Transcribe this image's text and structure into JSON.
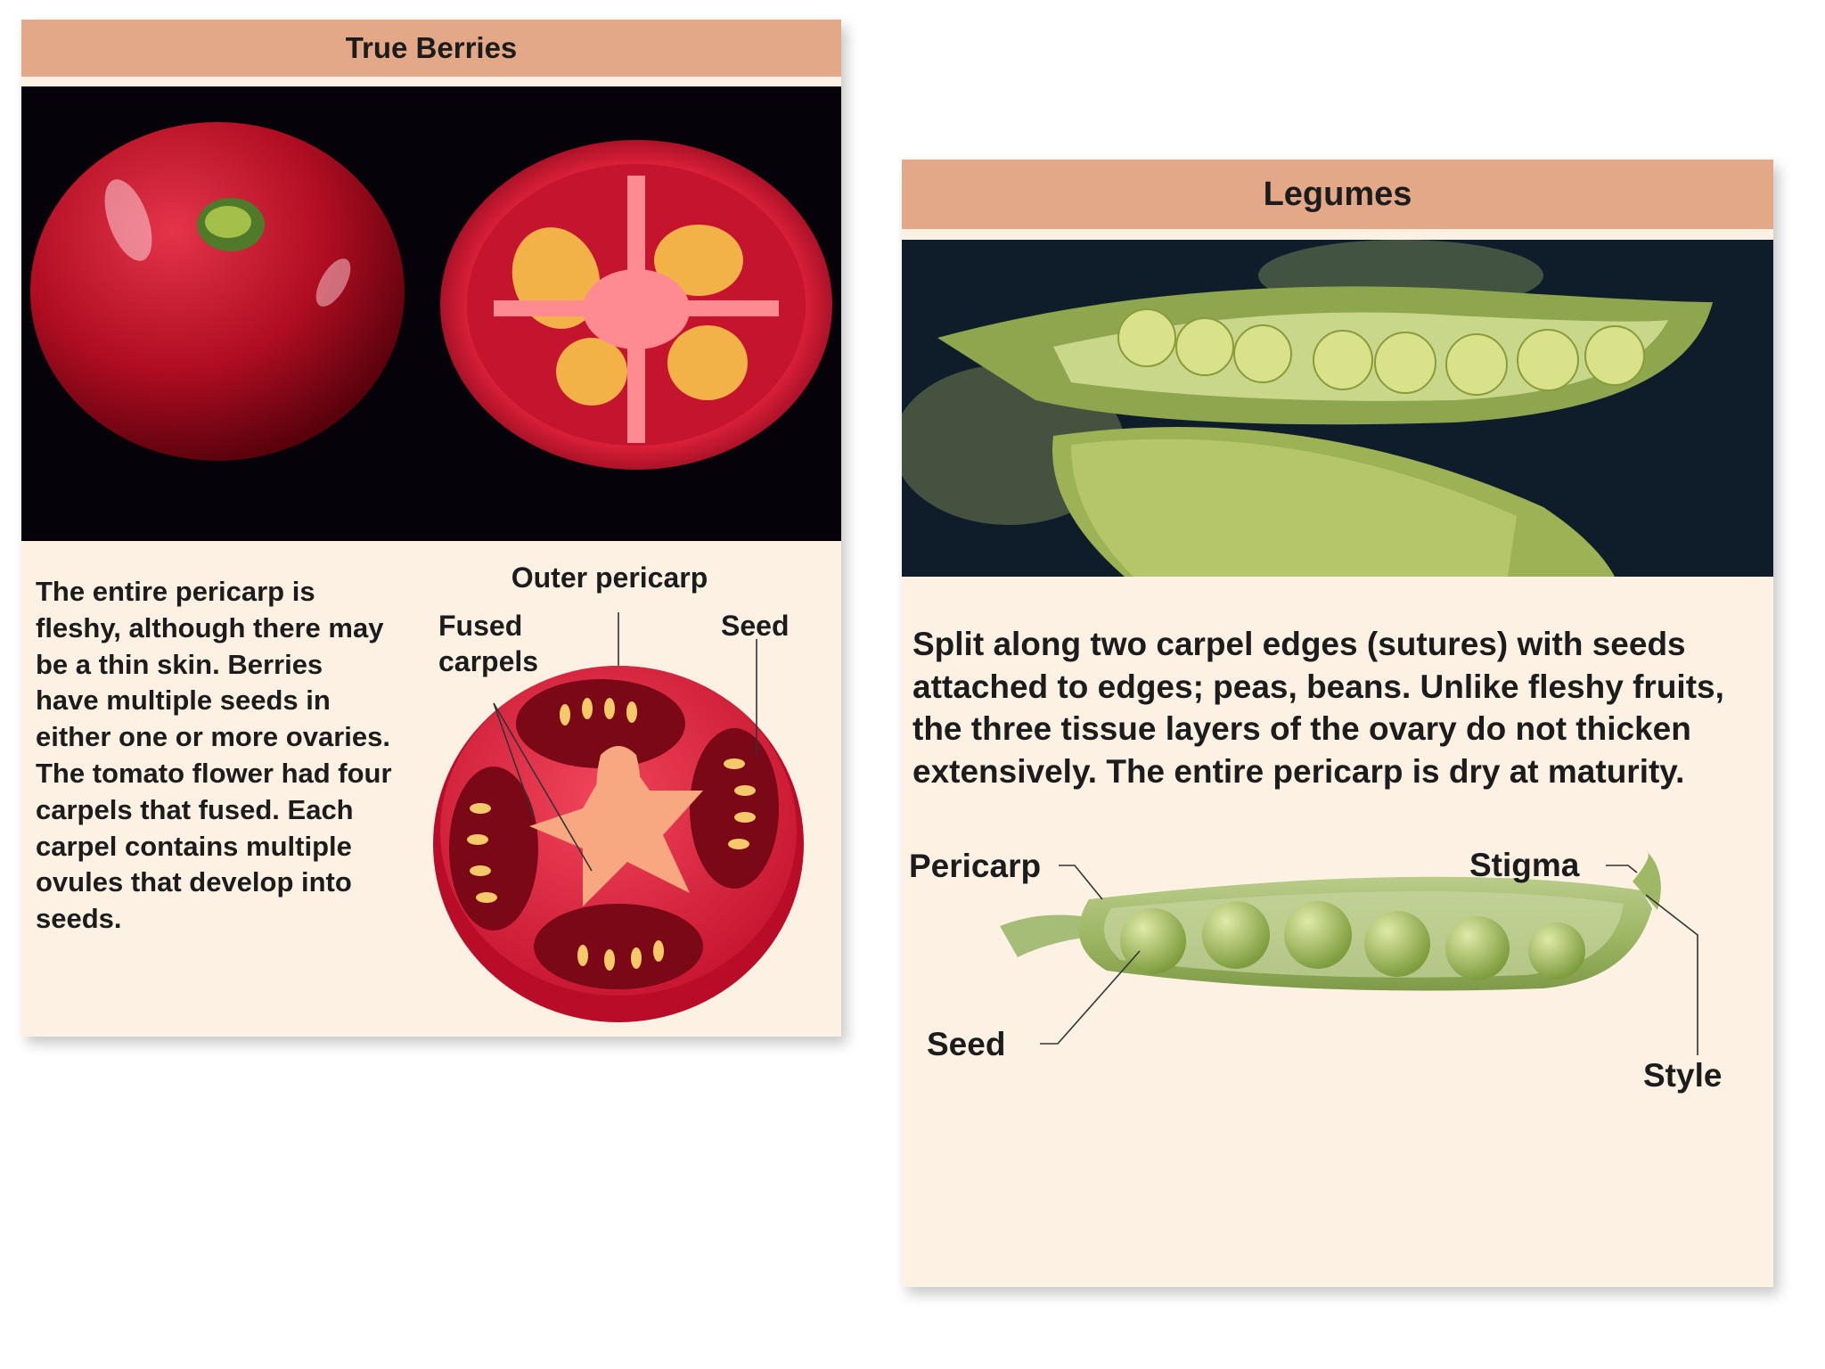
{
  "true_berries": {
    "title": "True Berries",
    "description": "The entire pericarp is fleshy, although there may be a thin skin. Berries have multiple seeds in either one or more ovaries. The tomato flower had four carpels that fused. Each carpel contains multiple ovules that develop into seeds.",
    "labels": {
      "outer_pericarp": "Outer pericarp",
      "fused_line1": "Fused",
      "fused_line2": "carpels",
      "seed": "Seed"
    }
  },
  "legumes": {
    "title": "Legumes",
    "description": "Split along two carpel edges (sutures) with seeds attached to edges; peas, beans. Unlike fleshy fruits, the three tissue layers of the ovary do not thicken extensively. The entire pericarp is dry at maturity.",
    "labels": {
      "pericarp": "Pericarp",
      "stigma": "Stigma",
      "seed": "Seed",
      "style": "Style"
    }
  },
  "colors": {
    "header": "#e3a888",
    "panel": "#fdf1e4",
    "tomato": "#d81f3c",
    "pea": "#a7bd6a"
  },
  "icons": [
    "tomato-photo",
    "pea-pod-photo"
  ]
}
